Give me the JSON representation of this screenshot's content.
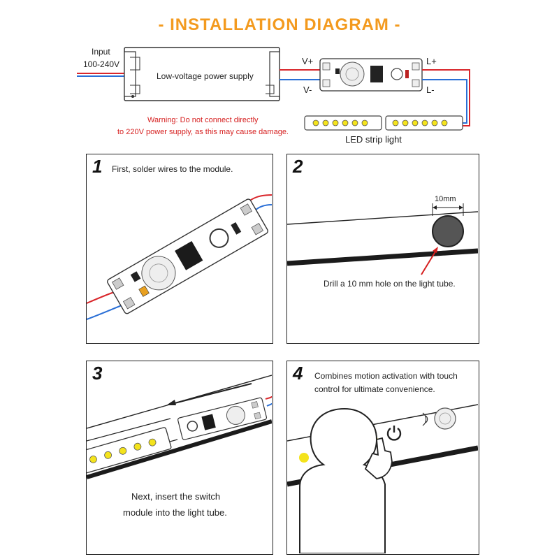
{
  "header": {
    "title": "- INSTALLATION DIAGRAM -"
  },
  "top": {
    "input_label": "Input",
    "input_voltage": "100-240V",
    "power_supply_label": "Low-voltage power supply",
    "v_plus": "V+",
    "v_minus": "V-",
    "l_plus": "L+",
    "l_minus": "L-",
    "warning_line1": "Warning: Do not connect directly",
    "warning_line2": "to 220V power supply, as this may cause damage.",
    "led_strip_label": "LED strip light"
  },
  "steps": [
    {
      "number": "1",
      "text": "First, solder wires to the module."
    },
    {
      "number": "2",
      "text": "Drill a 10 mm hole on the light tube.",
      "dimension_label": "10mm"
    },
    {
      "number": "3",
      "text_line1": "Next, insert the switch",
      "text_line2": "module into the light tube."
    },
    {
      "number": "4",
      "text_line1": "Combines motion activation with touch",
      "text_line2": "control for ultimate convenience."
    }
  ],
  "colors": {
    "title": "#f39a1e",
    "warning": "#d62020",
    "wire_red": "#d9262b",
    "wire_blue": "#2a6fd6",
    "led": "#f4e31c"
  }
}
